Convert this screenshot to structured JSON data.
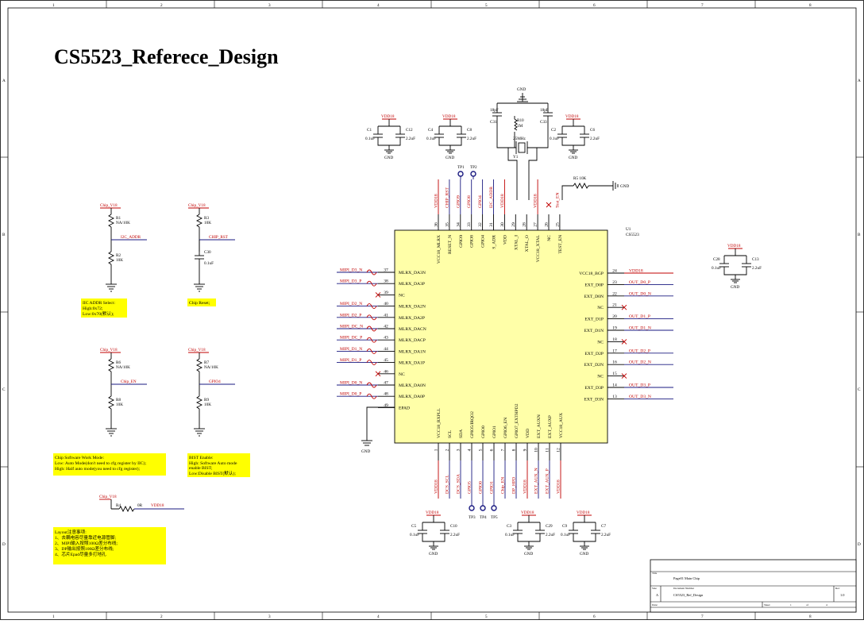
{
  "title": "CS5523_Referece_Design",
  "border": {
    "cols": [
      "1",
      "2",
      "3",
      "4",
      "5",
      "6",
      "7",
      "8"
    ],
    "rows": [
      "A",
      "B",
      "C",
      "D"
    ]
  },
  "labels": {
    "vdd18": "VDD18",
    "gnd": "GND",
    "chip_v18": "Chip_V18",
    "i2c_addr": "I2C_ADDR",
    "chip_rst": "CHIP_RST",
    "chip_en": "Chip_EN",
    "gpio4": "GPIO4",
    "crystal_freq": "25MHz",
    "crystal_ref": "Y1",
    "u1_ref": "U1",
    "u1_part": "CS5523",
    "testpoints": [
      "TP1",
      "TP2",
      "TP3",
      "TP4",
      "TP5"
    ],
    "r4_ref": "R4",
    "r4_val": "0R",
    "r_test": "R5 10K",
    "gnd_test": "GND"
  },
  "caps": {
    "c1": {
      "ref": "C1",
      "val": "0.1uF"
    },
    "c12": {
      "ref": "C12",
      "val": "2.2uF"
    },
    "c4": {
      "ref": "C4",
      "val": "0.1uF"
    },
    "c8": {
      "ref": "C8",
      "val": "2.2uF"
    },
    "c31": {
      "ref": "C31",
      "val": "18pF"
    },
    "c33": {
      "ref": "C33",
      "val": "18pF"
    },
    "c2": {
      "ref": "C2",
      "val": "0.1uF"
    },
    "c6": {
      "ref": "C6",
      "val": "2.2uF"
    },
    "c28": {
      "ref": "C28",
      "val": "0.1uF"
    },
    "c13": {
      "ref": "C13",
      "val": "2.2uF"
    },
    "c5": {
      "ref": "C5",
      "val": "0.1uF"
    },
    "c10": {
      "ref": "C10",
      "val": "2.2uF"
    },
    "c3": {
      "ref": "C3",
      "val": "0.1uF"
    },
    "c29": {
      "ref": "C29",
      "val": "2.2uF"
    },
    "c9": {
      "ref": "C9",
      "val": "0.1uF"
    },
    "c7": {
      "ref": "C7",
      "val": "2.2uF"
    },
    "c30": {
      "ref": "C30",
      "val": "0.1uF"
    }
  },
  "resistors": {
    "r1": {
      "ref": "R1",
      "val": "NA/10K"
    },
    "r2": {
      "ref": "R2",
      "val": "10K"
    },
    "r3": {
      "ref": "R3",
      "val": "10K"
    },
    "r6": {
      "ref": "R6",
      "val": "NA/10K"
    },
    "r8": {
      "ref": "R8",
      "val": "10K"
    },
    "r7": {
      "ref": "R7",
      "val": "NA/10K"
    },
    "r9": {
      "ref": "R9",
      "val": "10K"
    },
    "rx": {
      "ref": "R10",
      "val": "1M"
    }
  },
  "left_pins": [
    {
      "num": "37",
      "name": "MLRX_DA3N",
      "net": "MIPI_D3_N"
    },
    {
      "num": "38",
      "name": "MLRX_DA3P",
      "net": "MIPI_D3_P"
    },
    {
      "num": "39",
      "name": "NC",
      "net": ""
    },
    {
      "num": "40",
      "name": "MLRX_DA2N",
      "net": "MIPI_D2_N"
    },
    {
      "num": "41",
      "name": "MLRX_DA2P",
      "net": "MIPI_D2_P"
    },
    {
      "num": "42",
      "name": "MLRX_DACN",
      "net": "MIPI_DC_N"
    },
    {
      "num": "43",
      "name": "MLRX_DACP",
      "net": "MIPI_DC_P"
    },
    {
      "num": "44",
      "name": "MLRX_DA1N",
      "net": "MIPI_D1_N"
    },
    {
      "num": "45",
      "name": "MLRX_DA1P",
      "net": "MIPI_D1_P"
    },
    {
      "num": "46",
      "name": "NC",
      "net": ""
    },
    {
      "num": "47",
      "name": "MLRX_DA0N",
      "net": "MIPI_D0_N"
    },
    {
      "num": "48",
      "name": "MLRX_DA0P",
      "net": "MIPI_D0_P"
    },
    {
      "num": "49",
      "name": "EPAD",
      "net": ""
    }
  ],
  "right_pins": [
    {
      "num": "24",
      "name": "VCC18_BGP",
      "net": "VDD18"
    },
    {
      "num": "23",
      "name": "EXT_D0P",
      "net": "OUT_D0_P"
    },
    {
      "num": "22",
      "name": "EXT_D0N",
      "net": "OUT_D0_N"
    },
    {
      "num": "21",
      "name": "NC",
      "net": ""
    },
    {
      "num": "20",
      "name": "EXT_D1P",
      "net": "OUT_D1_P"
    },
    {
      "num": "19",
      "name": "EXT_D1N",
      "net": "OUT_D1_N"
    },
    {
      "num": "18",
      "name": "NC",
      "net": ""
    },
    {
      "num": "17",
      "name": "EXT_D2P",
      "net": "OUT_D2_P"
    },
    {
      "num": "16",
      "name": "EXT_D2N",
      "net": "OUT_D2_N"
    },
    {
      "num": "15",
      "name": "NC",
      "net": ""
    },
    {
      "num": "14",
      "name": "EXT_D3P",
      "net": "OUT_D3_P"
    },
    {
      "num": "13",
      "name": "EXT_D3N",
      "net": "OUT_D3_N"
    }
  ],
  "top_pins": [
    {
      "num": "36",
      "name": "VCC18_MLRX",
      "net": "VDD18"
    },
    {
      "num": "35",
      "name": "RESET_N",
      "net": "CHIP_RST"
    },
    {
      "num": "34",
      "name": "GPIO9",
      "net": "GPIO9"
    },
    {
      "num": "33",
      "name": "GPIO8",
      "net": "GPIO8"
    },
    {
      "num": "32",
      "name": "GPIO4",
      "net": "GPIO4"
    },
    {
      "num": "31",
      "name": "S_ADR",
      "net": "I2C_ADDR"
    },
    {
      "num": "30",
      "name": "VDD",
      "net": "VDD18"
    },
    {
      "num": "29",
      "name": "XTAL_I",
      "net": ""
    },
    {
      "num": "28",
      "name": "XTAL_O",
      "net": ""
    },
    {
      "num": "27",
      "name": "VCC18_XTAL",
      "net": "VDD18"
    },
    {
      "num": "26",
      "name": "NC",
      "net": ""
    },
    {
      "num": "25",
      "name": "TEST_EN",
      "net": "Test_EN"
    }
  ],
  "bottom_pins": [
    {
      "num": "1",
      "name": "VCC18_RXPLL",
      "net": "VDD18"
    },
    {
      "num": "2",
      "name": "SCL",
      "net": "DCS_SCL"
    },
    {
      "num": "3",
      "name": "SDA",
      "net": "DCS_SDA"
    },
    {
      "num": "4",
      "name": "GPIO5/IRQO2",
      "net": "GPIO5"
    },
    {
      "num": "5",
      "name": "GPIO0",
      "net": "GPIO0"
    },
    {
      "num": "6",
      "name": "GPIO1",
      "net": "GPIO1"
    },
    {
      "num": "7",
      "name": "GPIO6_EN",
      "net": "Chip_EN"
    },
    {
      "num": "8",
      "name": "GPIO7_EXTHPD2",
      "net": "DP_HPD"
    },
    {
      "num": "9",
      "name": "VDD",
      "net": "VDD18"
    },
    {
      "num": "10",
      "name": "EXT_AUXN",
      "net": "EXT_AUX_N"
    },
    {
      "num": "11",
      "name": "EXT_AUXP",
      "net": "EXT_AUX_P"
    },
    {
      "num": "12",
      "name": "VCC18_AUX",
      "net": "VDD18"
    }
  ],
  "notes": {
    "i2c": [
      "IIC ADDR Select:",
      "High:0x72;",
      "Low:0x70(默认);"
    ],
    "reset": [
      "Chip Reset;"
    ],
    "work_mode": [
      "Chip Software Work Mode:",
      "Low: Auto Mode(don't need to cfg register by IIC);",
      "High: Half auto mode(you need to cfg register);"
    ],
    "bist": [
      "BIST Enable:",
      "High: Software Auto mode",
      "enable BIST;",
      "Low:Disable BIST(默认);"
    ],
    "layout": [
      "Layout注意事项:",
      "1、去耦电容尽量靠近电源管脚;",
      "2、MIPI输入按照100Ω差分布线;",
      "3、DP输出按照100Ω差分布线;",
      "4、芯片Epad尽量多打地孔"
    ]
  },
  "title_block": {
    "title_label": "Title",
    "title_value": "Page01 Main Chip",
    "size_label": "Size",
    "size_value": "A",
    "doc_label": "Document Number",
    "doc_value": "CS5523_Ref_Design",
    "rev_label": "Rev",
    "rev_value": "1.0",
    "date_label": "Date:",
    "sheet_label": "Sheet",
    "sheet_value": "1",
    "of_label": "of",
    "of_value": "4"
  },
  "colors": {
    "wire": "#1a1a80",
    "power": "#c00000",
    "chip_fill": "#ffffa8",
    "note_fill": "#ffff00",
    "border": "#000000"
  }
}
